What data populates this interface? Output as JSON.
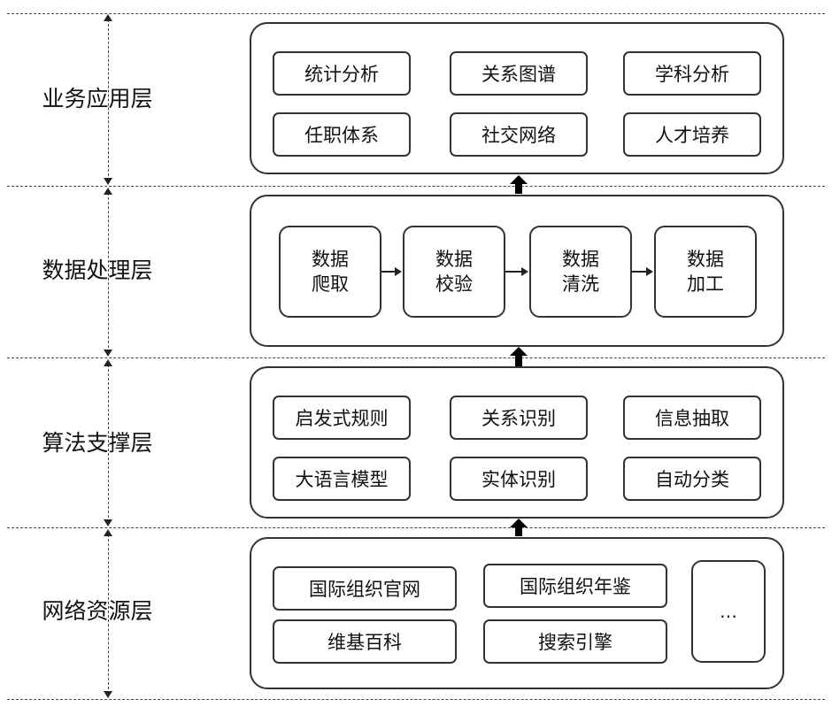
{
  "layers": [
    {
      "label": "业务应用层",
      "modules": [
        "统计分析",
        "关系图谱",
        "学科分析",
        "任职体系",
        "社交网络",
        "人才培养"
      ]
    },
    {
      "label": "数据处理层",
      "steps": [
        {
          "line1": "数据",
          "line2": "爬取"
        },
        {
          "line1": "数据",
          "line2": "校验"
        },
        {
          "line1": "数据",
          "line2": "清洗"
        },
        {
          "line1": "数据",
          "line2": "加工"
        }
      ]
    },
    {
      "label": "算法支撑层",
      "modules": [
        "启发式规则",
        "关系识别",
        "信息抽取",
        "大语言模型",
        "实体识别",
        "自动分类"
      ]
    },
    {
      "label": "网络资源层",
      "modules": [
        "国际组织官网",
        "国际组织年鉴",
        "维基百科",
        "搜索引擎"
      ],
      "more": "…"
    }
  ]
}
